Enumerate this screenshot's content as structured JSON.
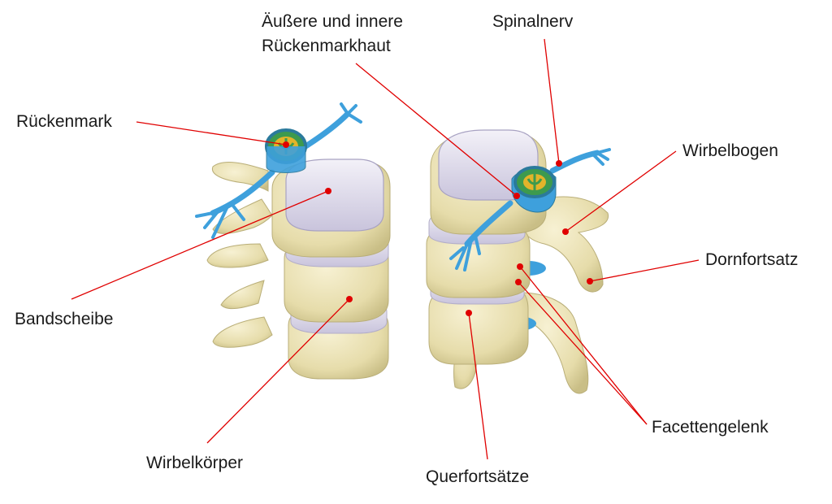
{
  "labels": {
    "rueckenmark": "Rückenmark",
    "haut_line1": "Äußere und innere",
    "haut_line2": "Rückenmarkhaut",
    "spinalnerv": "Spinalnerv",
    "wirbelbogen": "Wirbelbogen",
    "dornfortsatz": "Dornfortsatz",
    "bandscheibe": "Bandscheibe",
    "facettengelenk": "Facettengelenk",
    "wirbelkoerper": "Wirbelkörper",
    "querfortsaetze": "Querfortsätze"
  },
  "colors": {
    "bone": "#ebe3b6",
    "bone_shade": "#c8bf88",
    "disc": "#ddd9ea",
    "nerve": "#3ea0dc",
    "cord_green": "#3d9a4e",
    "cord_yellow": "#e3b42a",
    "leader": "#e00000"
  }
}
